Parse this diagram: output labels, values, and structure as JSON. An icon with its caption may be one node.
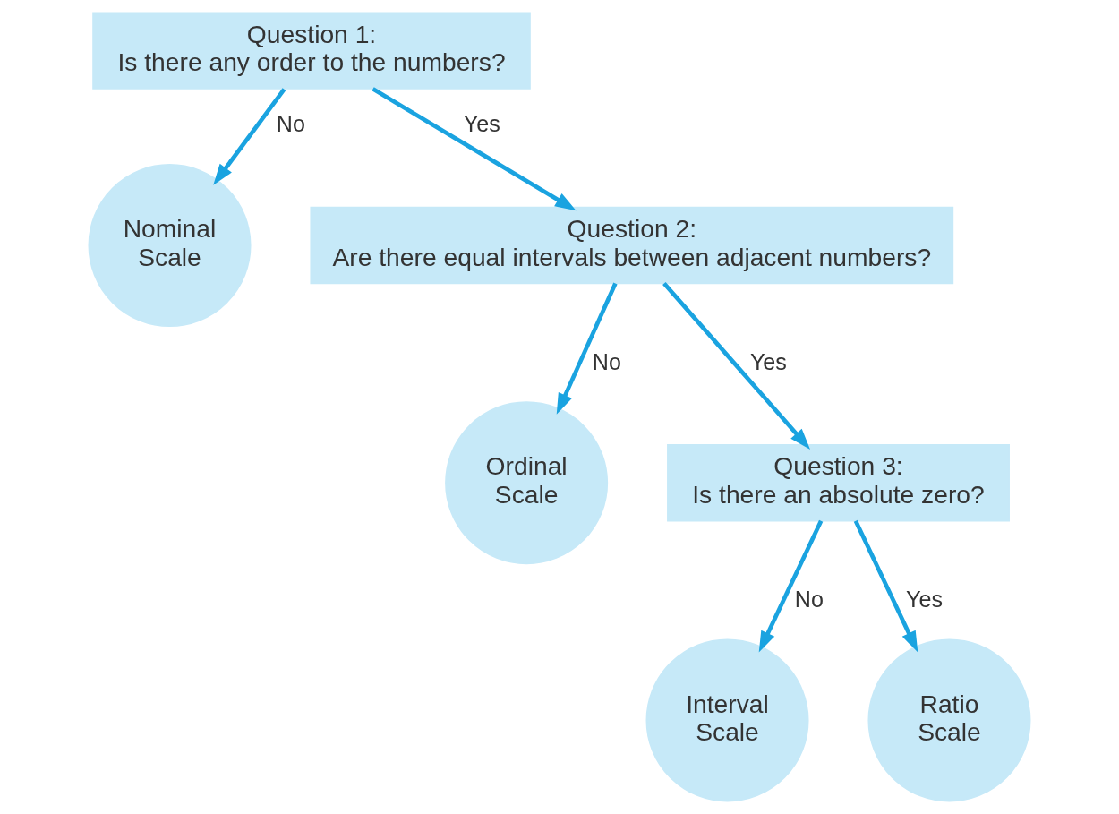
{
  "diagram": {
    "nodes": [
      {
        "text": [
          "Question 1:",
          "Is there any order to the numbers?"
        ]
      },
      {
        "text": [
          "Nominal Scale"
        ]
      },
      {
        "text": [
          "Question 2:",
          "Are there equal intervals between adjacent numbers?"
        ]
      },
      {
        "text": [
          "Ordinal Scale"
        ]
      },
      {
        "text": [
          "Question 3:",
          "Is there an absolute zero?"
        ]
      },
      {
        "text": [
          "Interval Scale"
        ]
      },
      {
        "text": [
          "Ratio Scale"
        ]
      }
    ],
    "edges": [
      {
        "from": 0,
        "to": 1,
        "arrow": "to",
        "label": "No"
      },
      {
        "from": 0,
        "to": 2,
        "arrow": "to",
        "label": "Yes"
      },
      {
        "from": 2,
        "to": 3,
        "arrow": "to",
        "label": "No"
      },
      {
        "from": 2,
        "to": 4,
        "arrow": "to",
        "label": "Yes"
      },
      {
        "from": 4,
        "to": 5,
        "arrow": "to",
        "label": "No"
      },
      {
        "from": 4,
        "to": 6,
        "arrow": "to",
        "label": "Yes"
      }
    ]
  }
}
